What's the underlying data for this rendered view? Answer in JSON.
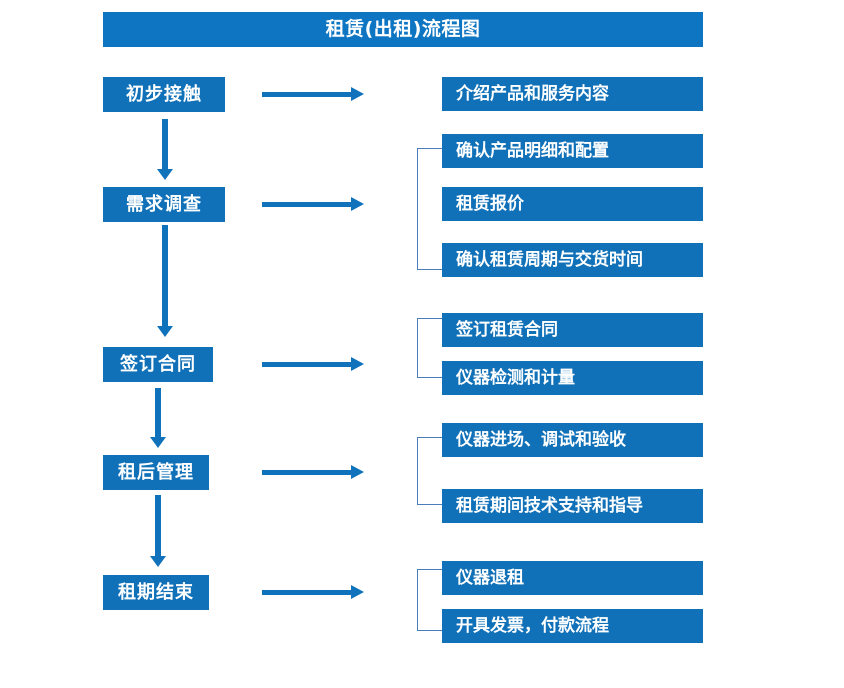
{
  "header": {
    "title": "租赁(出租)流程图"
  },
  "colors": {
    "title_bar": "#0d75c1",
    "box_fill": "#1171b8",
    "box_text": "#ffffff",
    "arrow": "#1072bb",
    "bracket": "#4a7ebb",
    "background": "#ffffff"
  },
  "stages": [
    {
      "label": "初步接触"
    },
    {
      "label": "需求调查"
    },
    {
      "label": "签订合同"
    },
    {
      "label": "租后管理"
    },
    {
      "label": "租期结束"
    }
  ],
  "details": [
    {
      "label": "介绍产品和服务内容"
    },
    {
      "label": "确认产品明细和配置"
    },
    {
      "label": "租赁报价"
    },
    {
      "label": "确认租赁周期与交货时间"
    },
    {
      "label": "签订租赁合同"
    },
    {
      "label": "仪器检测和计量"
    },
    {
      "label": "仪器进场、调试和验收"
    },
    {
      "label": "租赁期间技术支持和指导"
    },
    {
      "label": "仪器退租"
    },
    {
      "label": "开具发票，付款流程"
    }
  ]
}
